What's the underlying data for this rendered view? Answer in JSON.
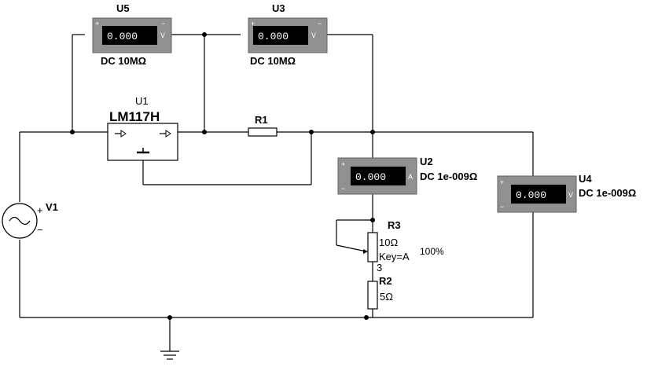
{
  "meters": {
    "u5": {
      "name": "U5",
      "reading": "0.000",
      "unit": "V",
      "mode": "DC  10MΩ"
    },
    "u3": {
      "name": "U3",
      "reading": "0.000",
      "unit": "V",
      "mode": "DC  10MΩ"
    },
    "u2": {
      "name": "U2",
      "reading": "0.000",
      "unit": "A",
      "mode": "DC  1e-009Ω"
    },
    "u4": {
      "name": "U4",
      "reading": "0.000",
      "unit": "V",
      "mode": "DC  1e-009Ω"
    }
  },
  "regulator": {
    "name": "U1",
    "part": "LM117H"
  },
  "resistors": {
    "r1": {
      "name": "R1"
    },
    "r2": {
      "name": "R2",
      "value": "5Ω"
    },
    "r3": {
      "name": "R3",
      "value": "10Ω",
      "key": "Key=A",
      "setting": "100%",
      "pin": "3"
    }
  },
  "source": {
    "name": "V1"
  },
  "signs": {
    "plus": "+",
    "minus": "−"
  },
  "colors": {
    "meter_body": "#909090",
    "meter_display": "#000000"
  }
}
